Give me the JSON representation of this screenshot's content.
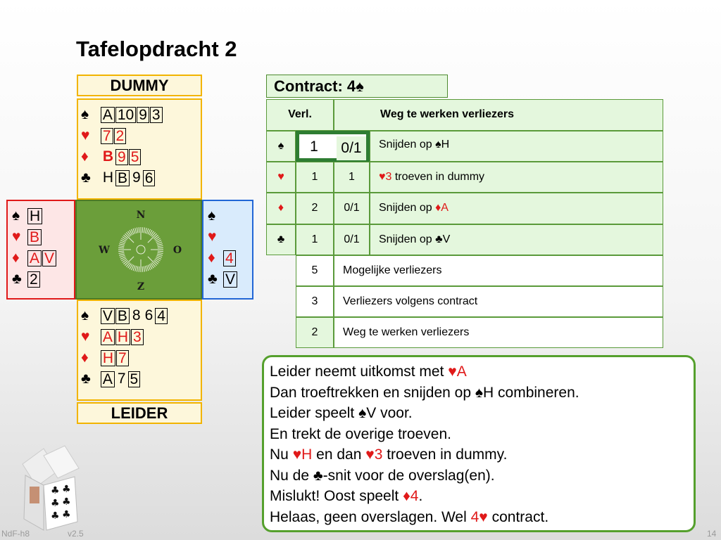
{
  "title": "Tafelopdracht 2",
  "labels": {
    "dummy": "DUMMY",
    "leider": "LEIDER"
  },
  "symbols": {
    "spade": "♠",
    "heart": "♥",
    "diamond": "♦",
    "club": "♣"
  },
  "compass": {
    "n": "N",
    "w": "W",
    "o": "O",
    "z": "Z"
  },
  "north": {
    "s1": "A",
    "s2": "10",
    "s3": "9",
    "s4": "3",
    "h1": "7",
    "h2": "2",
    "d1": "B",
    "d2": "9",
    "d3": "5",
    "c1": "H",
    "c2": "B",
    "c3": "9",
    "c4": "6"
  },
  "west": {
    "s1": "H",
    "h1": "B",
    "d1": "A",
    "d2": "V",
    "c1": "2"
  },
  "east": {
    "d1": "4",
    "c1": "V"
  },
  "south": {
    "s1": "V",
    "s2": "B",
    "s3": "8",
    "s4": "6",
    "s5": "4",
    "h1": "A",
    "h2": "H",
    "h3": "3",
    "d1": "H",
    "d2": "7",
    "c1": "A",
    "c2": "7",
    "c3": "5"
  },
  "contract": {
    "label": "Contract: 4",
    "suit": "♠"
  },
  "losers": {
    "header_verl": "Verl.",
    "header_weg": "Weg te werken verliezers",
    "rows": [
      {
        "verl": "1",
        "weg": "0/1",
        "desc_pre": "Snijden op ",
        "desc_suit": "♠",
        "desc_card": "H"
      },
      {
        "verl": "1",
        "weg": "1",
        "desc_pre": "",
        "desc_suit": "♥",
        "desc_card": "3",
        "desc_post": " troeven in dummy"
      },
      {
        "verl": "2",
        "weg": "0/1",
        "desc_pre": "Snijden op ",
        "desc_suit": "♦",
        "desc_card": "A"
      },
      {
        "verl": "1",
        "weg": "0/1",
        "desc_pre": "Snijden op ",
        "desc_suit": "♣",
        "desc_card": "V"
      }
    ],
    "summary": [
      {
        "num": "5",
        "text": "Mogelijke verliezers"
      },
      {
        "num": "3",
        "text": "Verliezers volgens contract"
      },
      {
        "num": "2",
        "text": "Weg te werken verliezers"
      }
    ]
  },
  "notes": {
    "l1_pre": "Leider neemt uitkomst met ",
    "l1_suit": "♥",
    "l1_card": "A",
    "l2_pre": "Dan troeftrekken en snijden op ",
    "l2_suit": "♠",
    "l2_post": "H combineren.",
    "l3_pre": "Leider speelt ",
    "l3_suit": "♠",
    "l3_post": "V voor.",
    "l4": "En trekt de overige troeven.",
    "l5_pre": "Nu ",
    "l5_red1": "♥H",
    "l5_mid": " en dan ",
    "l5_red2": "♥3",
    "l5_post": " troeven in dummy.",
    "l6_pre": "Nu de ",
    "l6_suit": "♣",
    "l6_post": "-snit voor de overslag(en).",
    "l7_pre": "Mislukt! Oost speelt ",
    "l7_red": "♦4",
    "l7_post": ".",
    "l8_pre": "Helaas, geen overslagen. Wel ",
    "l8_red": "4♥",
    "l8_post": " contract."
  },
  "footer": {
    "left1": "NdF-h8",
    "left2": "v2.5",
    "page": "14"
  },
  "colors": {
    "red": "#e01919",
    "green_border": "#55a02d",
    "table_green": "#6b9e3a"
  }
}
